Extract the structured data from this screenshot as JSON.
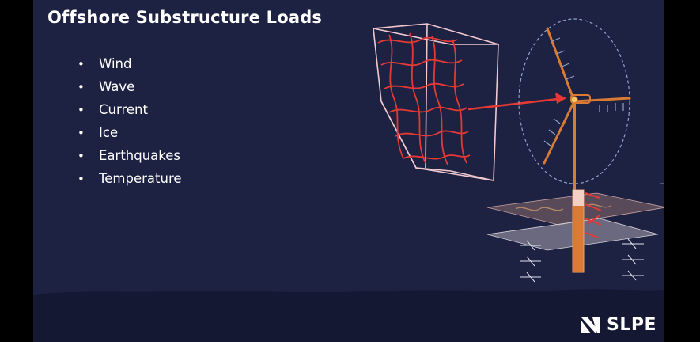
{
  "slide": {
    "title": "Offshore Substructure Loads",
    "bullets": [
      "Wind",
      "Wave",
      "Current",
      "Ice",
      "Earthquakes",
      "Temperature"
    ],
    "bullet_glyph": "•",
    "logo_text": "SLPE",
    "logo_icon": "slpe-mark-icon"
  },
  "colors": {
    "background": "#1d2142",
    "hills": "#141833",
    "text": "#ffffff",
    "wind_load": "#e53935",
    "turbine": "#d97a35",
    "arrows": "#8fa4c4",
    "sea_surface": "#8a6d6d",
    "seabed": "#b8b2bc"
  }
}
